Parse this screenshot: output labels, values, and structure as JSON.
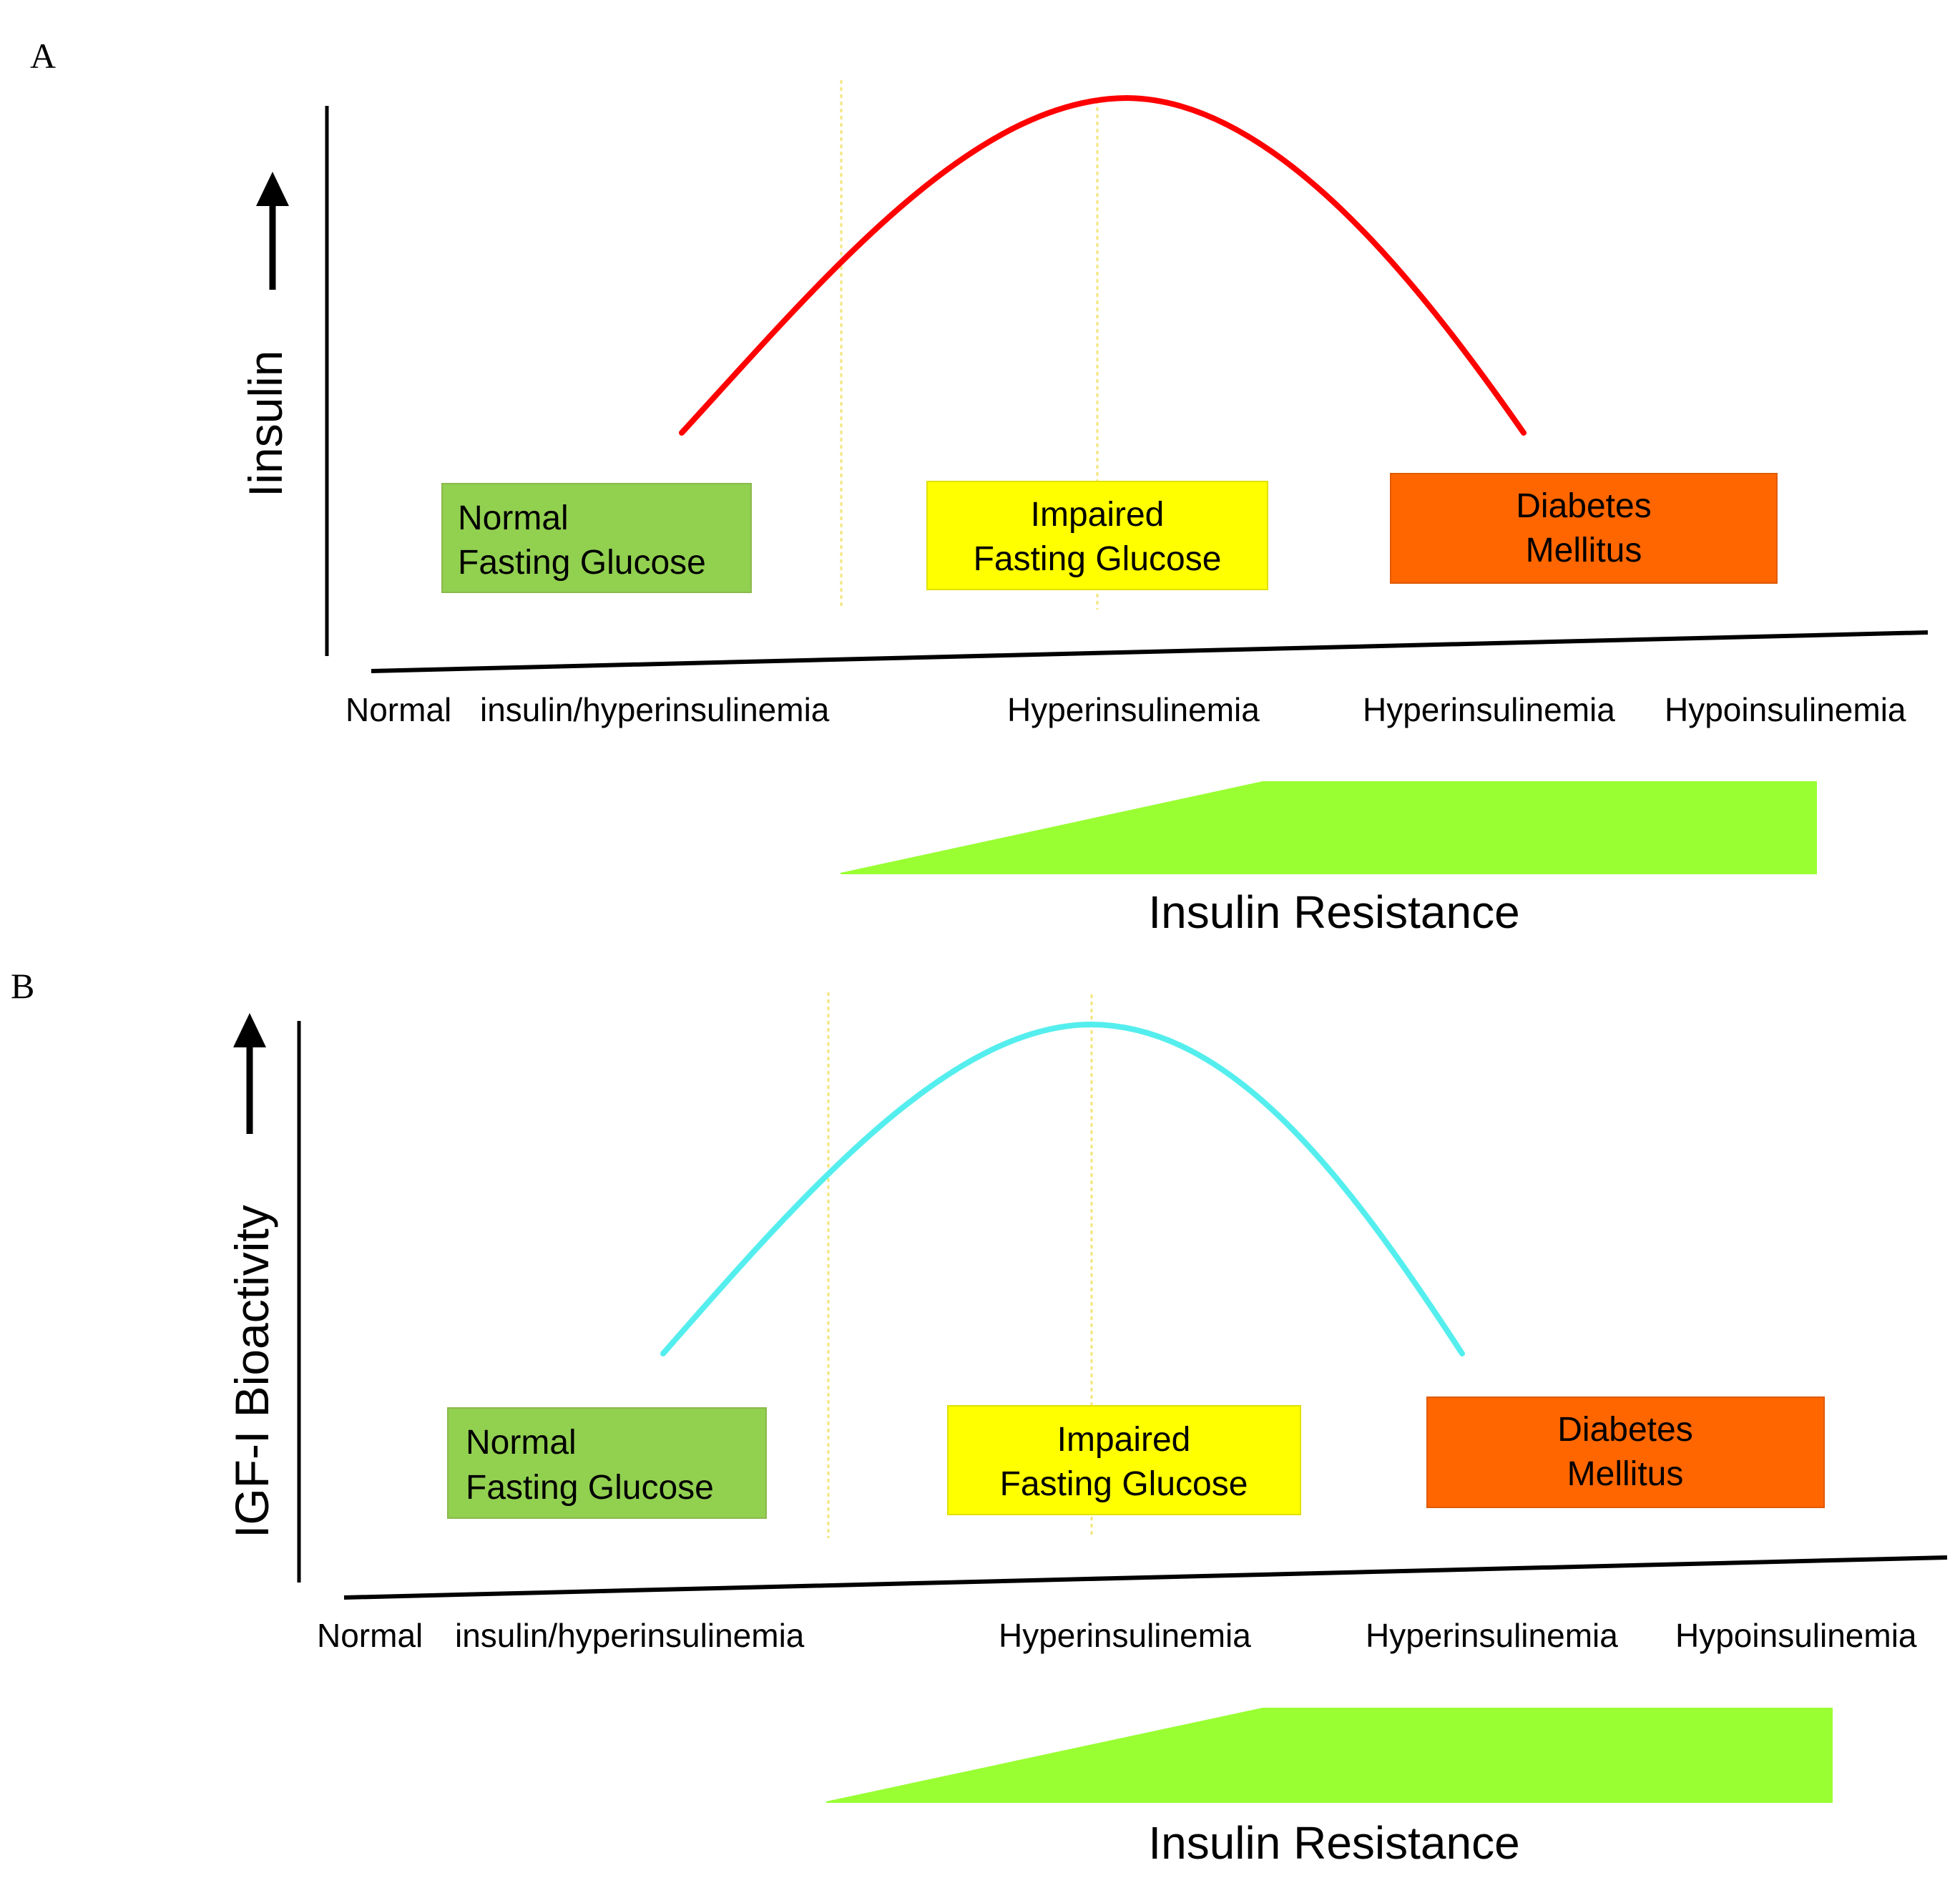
{
  "panels": [
    {
      "letter": "A",
      "y_axis_label": "Iinsulin",
      "curve_color": "#ff0000",
      "boxes": [
        {
          "line1": "Normal",
          "line2": "Fasting Glucose",
          "color": "#92d050"
        },
        {
          "line1": "Impaired",
          "line2": "Fasting Glucose",
          "color": "#ffff00"
        },
        {
          "line1": "Diabetes",
          "line2": "Mellitus",
          "color": "#ff6600"
        }
      ],
      "x_labels": [
        "Normal",
        "insulin/hyperinsulinemia",
        "Hyperinsulinemia",
        "Hyperinsulinemia",
        "Hypoinsulinemia"
      ],
      "wedge_color": "#99ff33",
      "wedge_label": "Insulin Resistance"
    },
    {
      "letter": "B",
      "y_axis_label": "IGF-I Bioactivity",
      "curve_color": "#55eeee",
      "boxes": [
        {
          "line1": "Normal",
          "line2": "Fasting Glucose",
          "color": "#92d050"
        },
        {
          "line1": "Impaired",
          "line2": "Fasting Glucose",
          "color": "#ffff00"
        },
        {
          "line1": "Diabetes",
          "line2": "Mellitus",
          "color": "#ff6600"
        }
      ],
      "x_labels": [
        "Normal",
        "insulin/hyperinsulinemia",
        "Hyperinsulinemia",
        "Hyperinsulinemia",
        "Hypoinsulinemia"
      ],
      "wedge_color": "#99ff33",
      "wedge_label": "Insulin Resistance"
    }
  ]
}
